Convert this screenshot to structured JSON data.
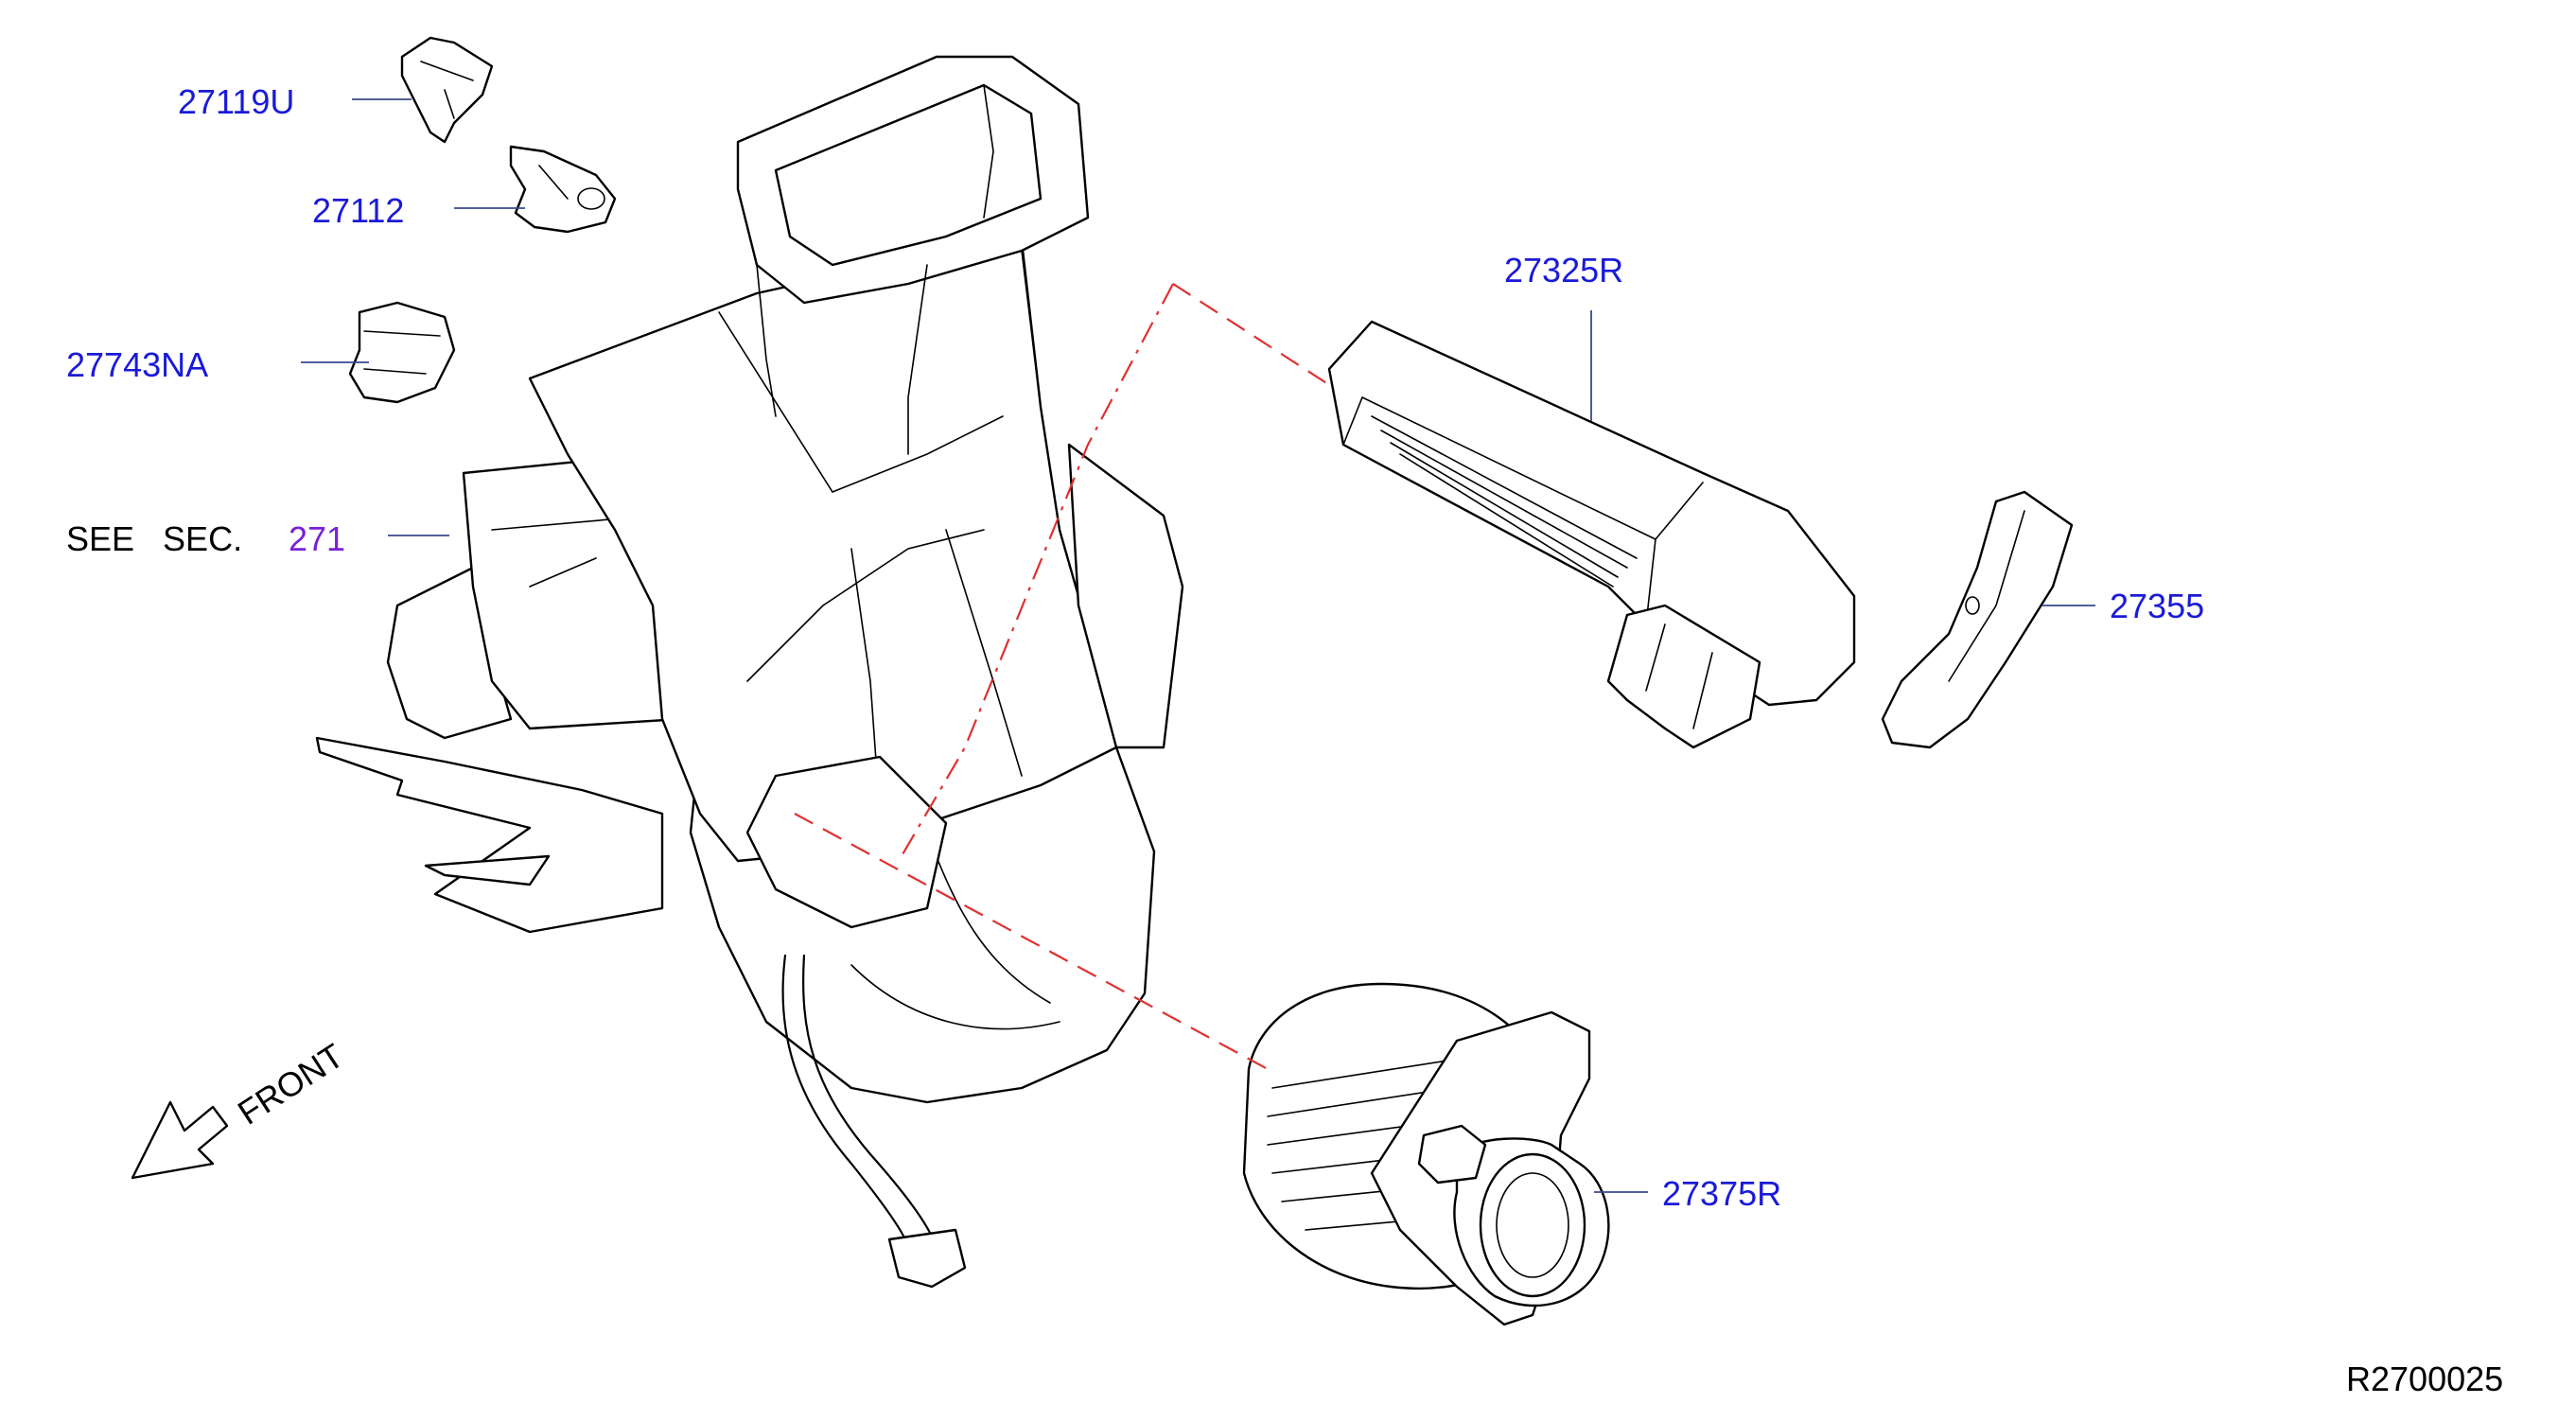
{
  "colors": {
    "part_number": "#1a1ad8",
    "section_ref": "#7b22d8",
    "text": "#000000",
    "leader": "#3a4a8c",
    "alignment_line": "#e03030"
  },
  "labels": {
    "p27119U": "27119U",
    "p27112": "27112",
    "p27743NA": "27743NA",
    "see_sec": "SEE   SEC.",
    "sec_ref": "271",
    "p27325R": "27325R",
    "p27355": "27355",
    "p27375R": "27375R",
    "front": "FRONT",
    "drawing_no": "R2700025"
  },
  "icons": {
    "front_arrow": "front-arrow-icon"
  }
}
